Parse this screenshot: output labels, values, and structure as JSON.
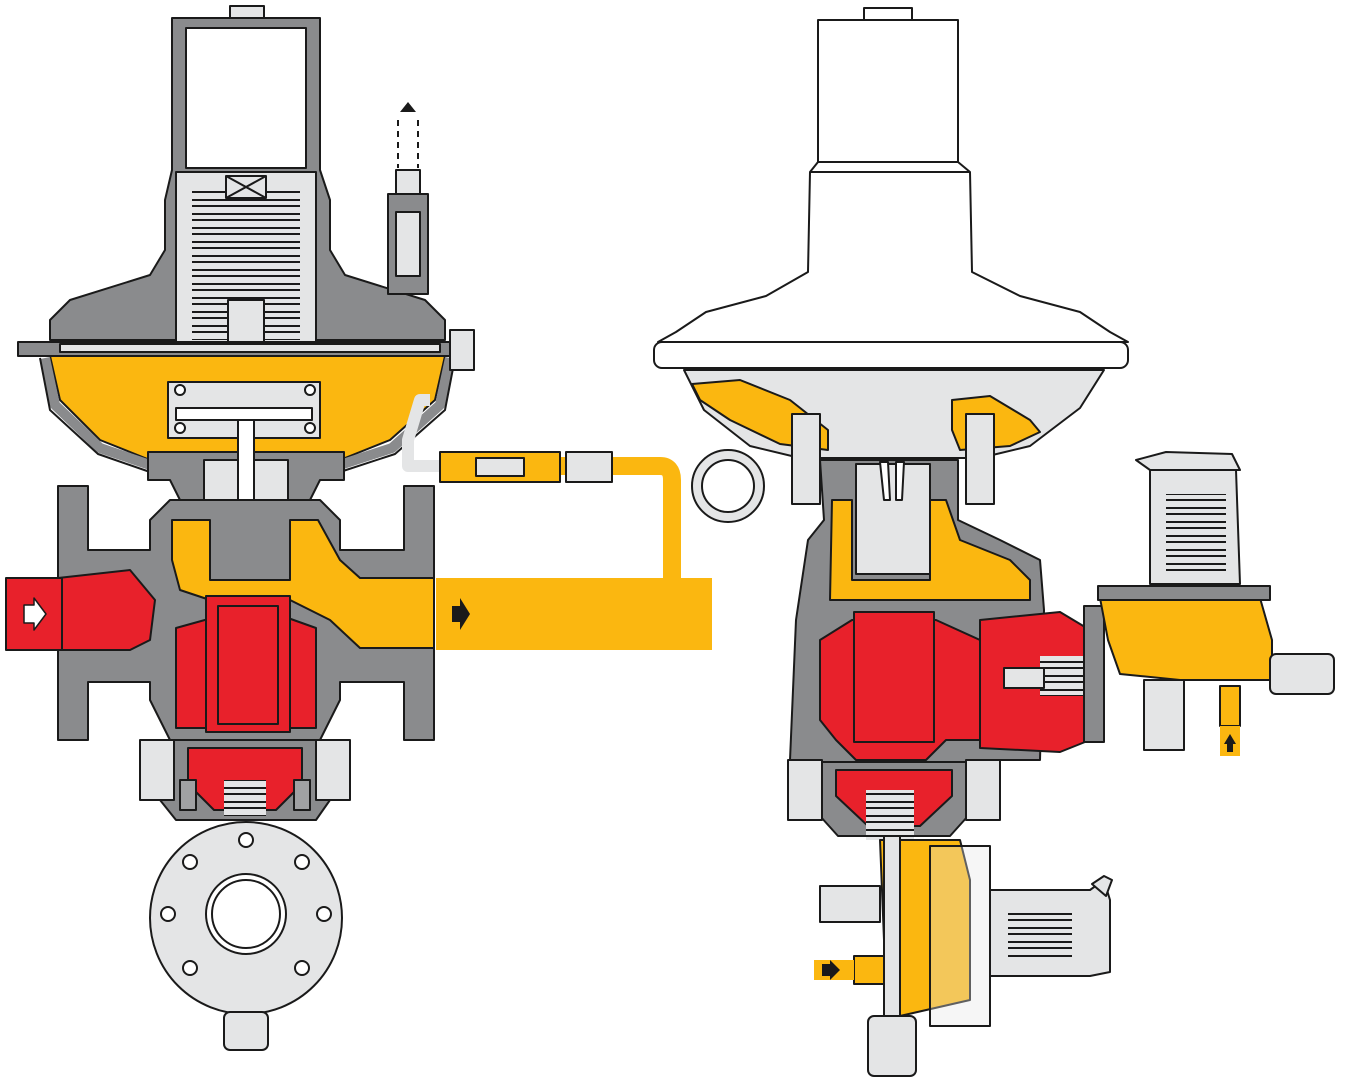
{
  "colors": {
    "inlet_pressure": "#e8212b",
    "outlet_pressure": "#fbb710",
    "body_metal": "#8a8b8d",
    "light_metal": "#e4e5e6",
    "outline": "#1a1a1a",
    "background": "#ffffff"
  },
  "flow_arrows": [
    {
      "name": "inlet-flow-arrow",
      "direction": "right"
    },
    {
      "name": "outlet-flow-arrow",
      "direction": "right"
    },
    {
      "name": "vent-arrow",
      "direction": "up"
    },
    {
      "name": "monitor-sense-arrow",
      "direction": "up"
    },
    {
      "name": "pilot-sense-arrow",
      "direction": "right"
    }
  ],
  "views": [
    "left-regulator-cutaway",
    "right-regulator-cutaway"
  ]
}
